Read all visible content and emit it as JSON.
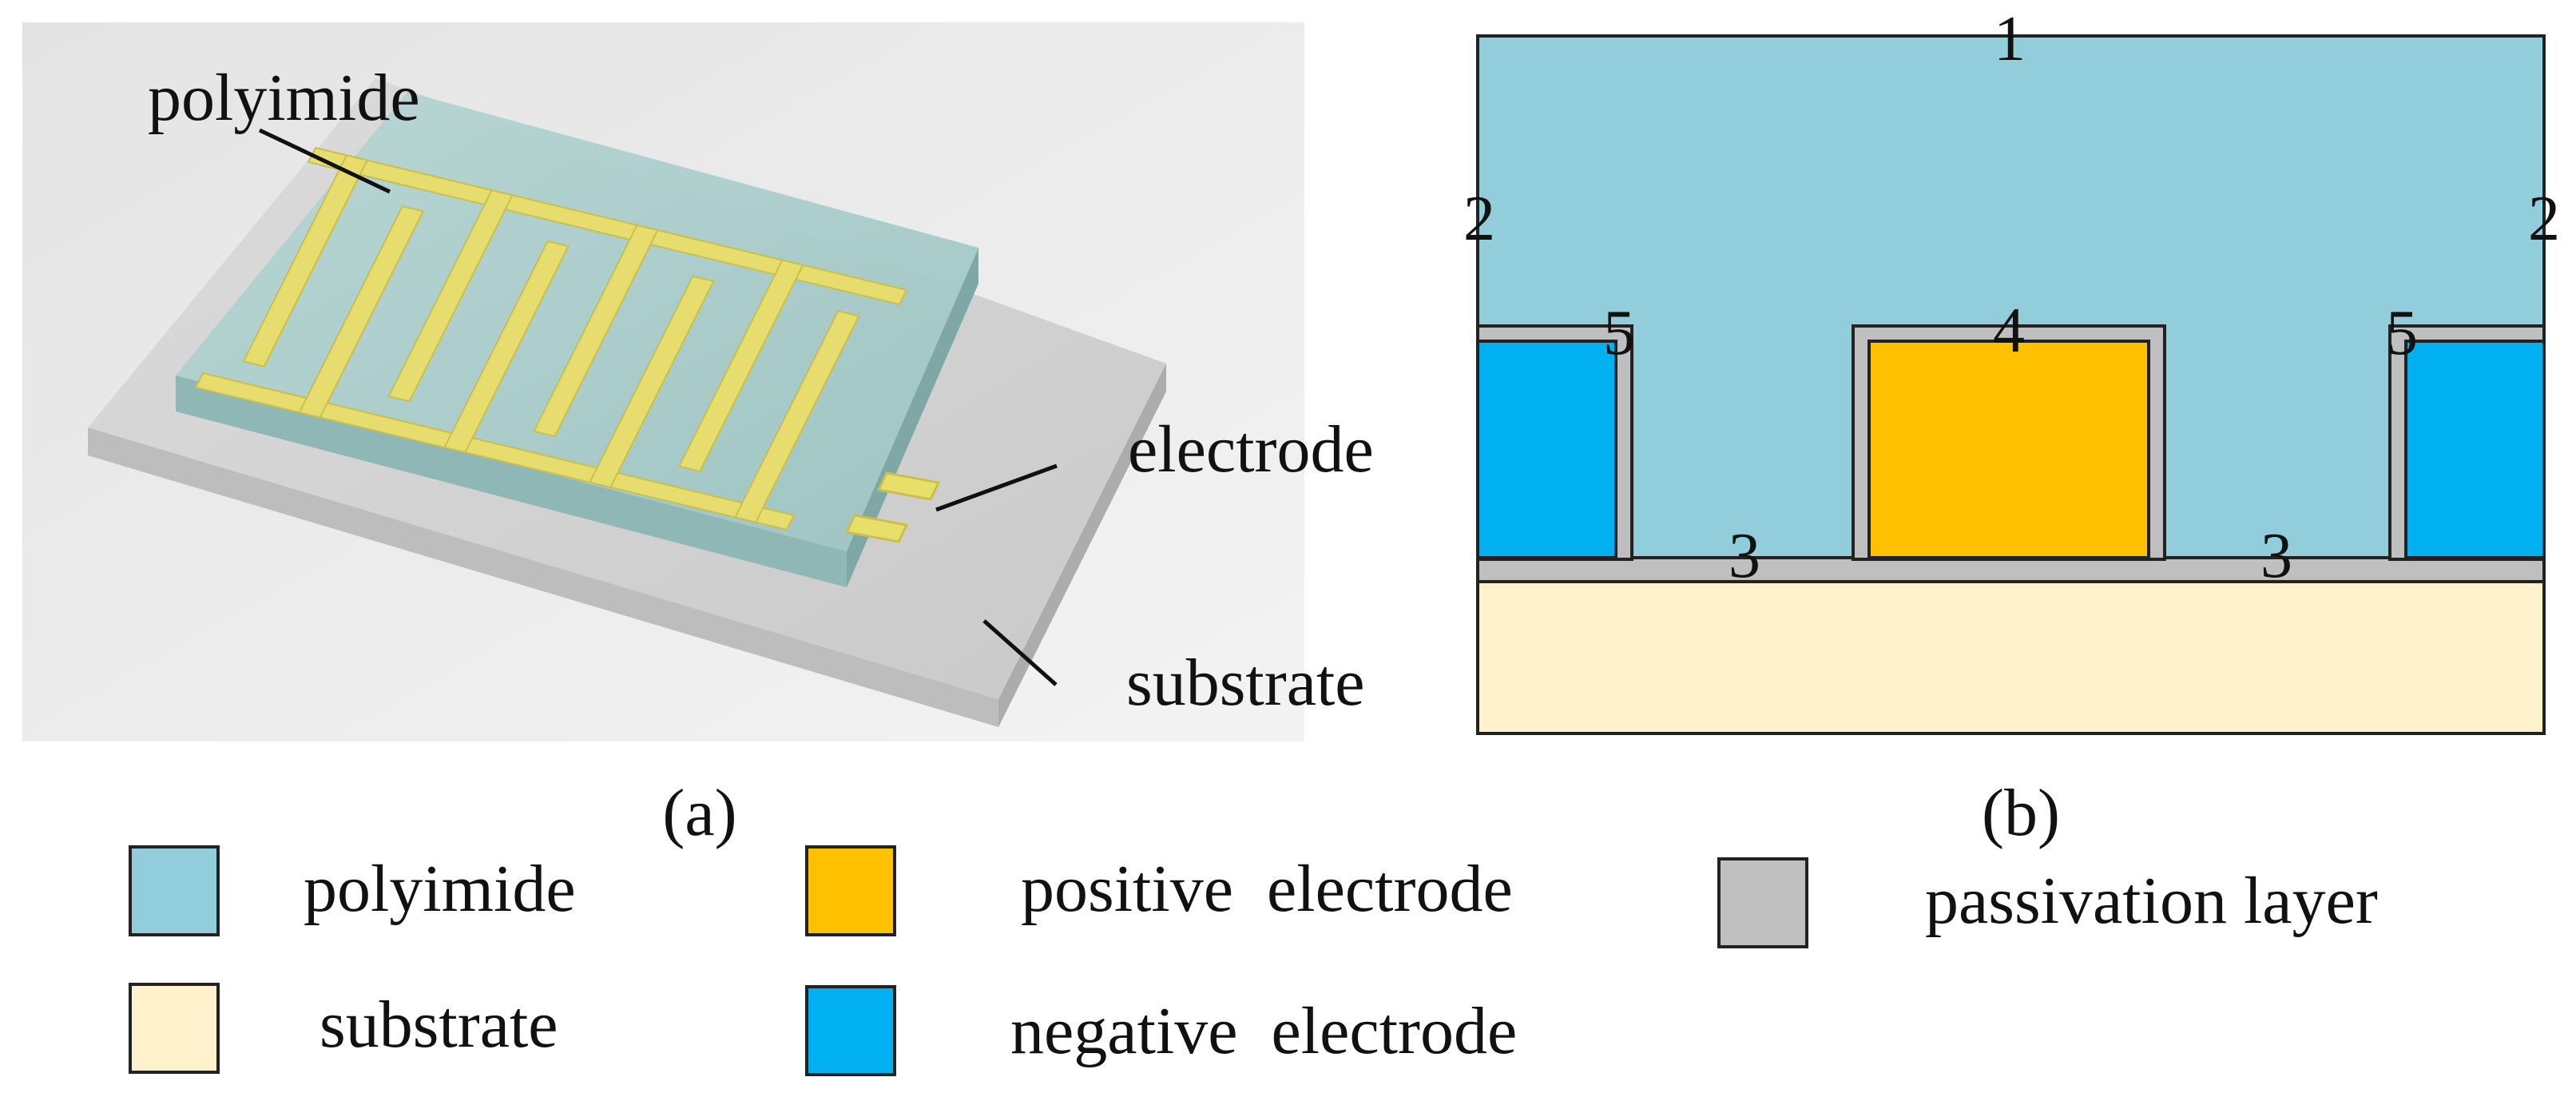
{
  "panel_a": {
    "caption": "(a)",
    "labels": {
      "polyimide": "polyimide",
      "electrode": "electrode",
      "substrate": "substrate"
    }
  },
  "panel_b": {
    "caption": "(b)",
    "numbers": {
      "n1": "1",
      "n2_left": "2",
      "n2_right": "2",
      "n3_left": "3",
      "n3_right": "3",
      "n4": "4",
      "n5_left": "5",
      "n5_right": "5"
    }
  },
  "legend": [
    {
      "label": "polyimide",
      "color": "#92CDDC"
    },
    {
      "label": "positive  electrode",
      "color": "#FFC000"
    },
    {
      "label": "passivation layer",
      "color": "#BFBFBF"
    },
    {
      "label": "substrate",
      "color": "#FFF2CC"
    },
    {
      "label": "negative  electrode",
      "color": "#00B0F0"
    }
  ],
  "colors": {
    "polyimide": "#92CDDC",
    "positive_electrode": "#FFC000",
    "negative_electrode": "#00B0F0",
    "passivation": "#BFBFBF",
    "substrate": "#FFF2CC",
    "render_electrode": "#E6DD6E",
    "render_substrate": "#D9D9D9"
  }
}
